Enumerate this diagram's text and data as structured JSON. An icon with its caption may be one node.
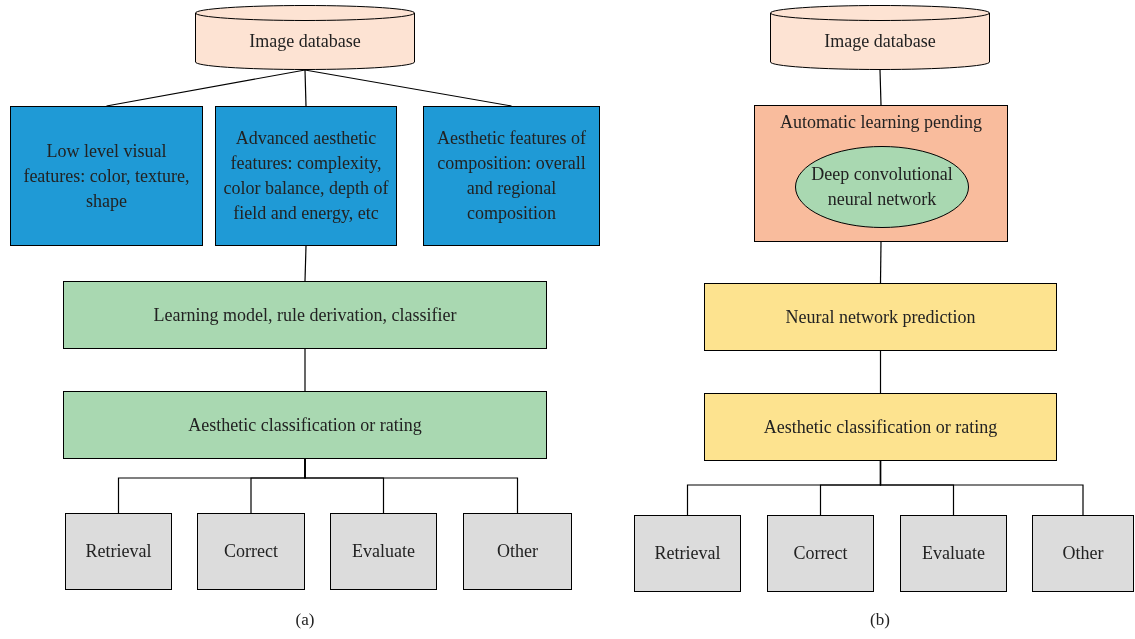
{
  "diagram": {
    "nodes": [
      {
        "text": [
          "Image database"
        ]
      },
      {
        "text": [
          "Low level visual features: color, texture, shape"
        ]
      },
      {
        "text": [
          "Advanced aesthetic features: complexity, color balance, depth of field and energy, etc"
        ]
      },
      {
        "text": [
          "Aesthetic features of composition: overall and regional composition"
        ]
      },
      {
        "text": [
          "Learning model, rule derivation, classifier"
        ]
      },
      {
        "text": [
          "Aesthetic classification or rating"
        ]
      },
      {
        "text": [
          "Retrieval"
        ]
      },
      {
        "text": [
          "Correct"
        ]
      },
      {
        "text": [
          "Evaluate"
        ]
      },
      {
        "text": [
          "Other"
        ]
      },
      {
        "text": [
          "Image database"
        ]
      },
      {
        "text": [
          "Automatic learning pending"
        ]
      },
      {
        "text": [
          "Deep convolutional neural network"
        ],
        "in": 11
      },
      {
        "text": [
          "Neural network prediction"
        ]
      },
      {
        "text": [
          "Aesthetic classification or rating"
        ]
      },
      {
        "text": [
          "Retrieval"
        ]
      },
      {
        "text": [
          "Correct"
        ]
      },
      {
        "text": [
          "Evaluate"
        ]
      },
      {
        "text": [
          "Other"
        ]
      }
    ],
    "edges": [
      {
        "from": 0,
        "to": 1,
        "arrow": "none"
      },
      {
        "from": 0,
        "to": 2,
        "arrow": "none"
      },
      {
        "from": 0,
        "to": 3,
        "arrow": "none"
      },
      {
        "from": 2,
        "to": 4,
        "arrow": "none"
      },
      {
        "from": 4,
        "to": 5,
        "arrow": "none"
      },
      {
        "from": 5,
        "to": 6,
        "arrow": "none"
      },
      {
        "from": 5,
        "to": 7,
        "arrow": "none"
      },
      {
        "from": 5,
        "to": 8,
        "arrow": "none"
      },
      {
        "from": 5,
        "to": 9,
        "arrow": "none"
      },
      {
        "from": 10,
        "to": 11,
        "arrow": "none"
      },
      {
        "from": 11,
        "to": 13,
        "arrow": "none"
      },
      {
        "from": 13,
        "to": 14,
        "arrow": "none"
      },
      {
        "from": 14,
        "to": 15,
        "arrow": "none"
      },
      {
        "from": 14,
        "to": 16,
        "arrow": "none"
      },
      {
        "from": 14,
        "to": 17,
        "arrow": "none"
      },
      {
        "from": 14,
        "to": 18,
        "arrow": "none"
      }
    ],
    "labels": [
      "(a)",
      "(b)"
    ]
  }
}
